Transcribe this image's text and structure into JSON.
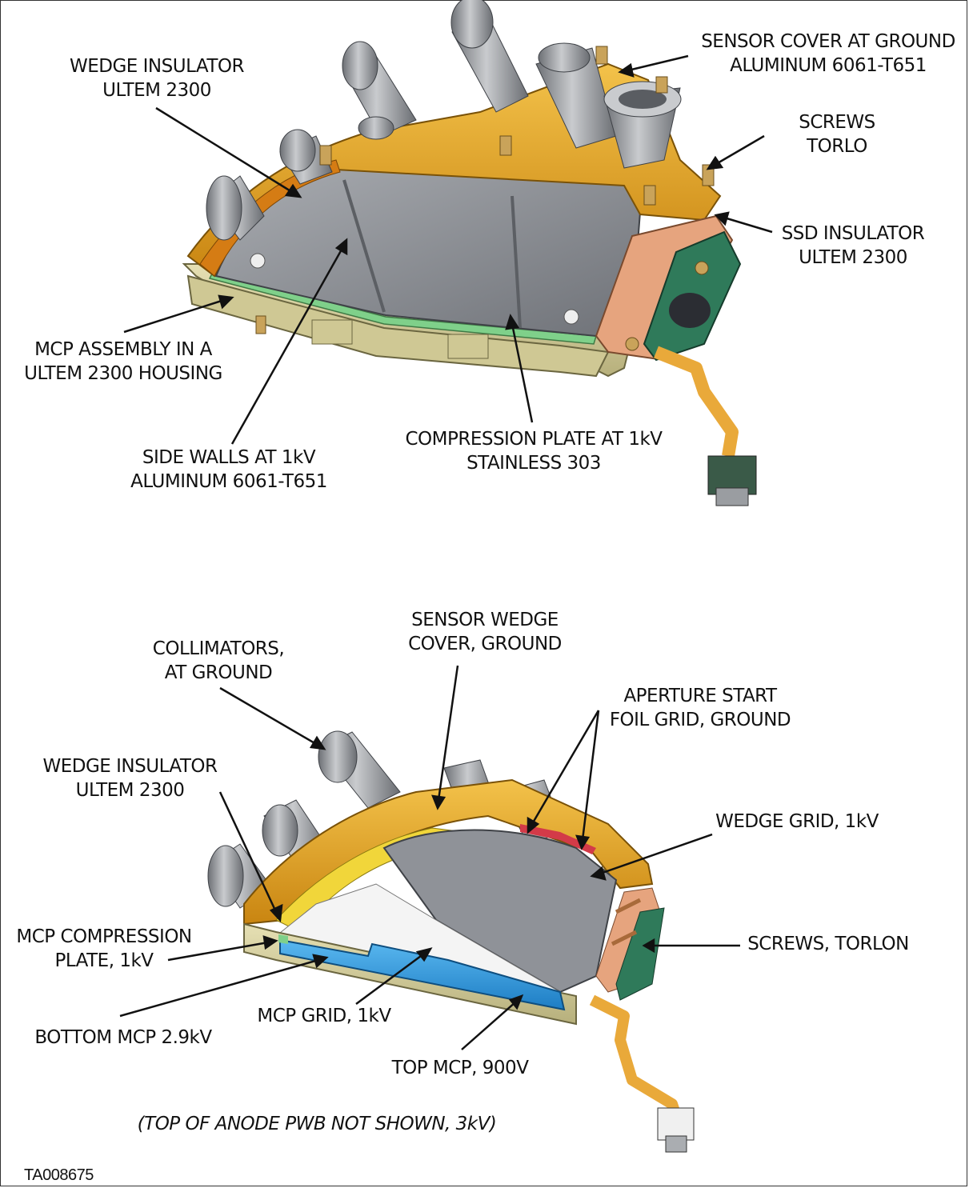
{
  "colors": {
    "gold": "#e7a21a",
    "orange_band": "#d57c14",
    "wall_gray": "#8f9298",
    "housing_tan": "#d8d2a0",
    "green_plate": "#7fd08a",
    "mcp_blue": "#2f9be0",
    "pcb_green": "#2f7a5a",
    "copper": "#e6a47e"
  },
  "top_labels": {
    "wedge_insulator": [
      "WEDGE INSULATOR",
      "ULTEM 2300"
    ],
    "sensor_cover": [
      "SENSOR COVER AT GROUND",
      "ALUMINUM 6061-T651"
    ],
    "screws": [
      "SCREWS",
      "TORLO"
    ],
    "ssd_insulator": [
      "SSD INSULATOR",
      "ULTEM 2300"
    ],
    "mcp_assembly": [
      "MCP ASSEMBLY IN A",
      "ULTEM 2300 HOUSING"
    ],
    "side_walls": [
      "SIDE WALLS AT 1kV",
      "ALUMINUM 6061-T651"
    ],
    "compression_plate": [
      "COMPRESSION PLATE  AT 1kV",
      "STAINLESS 303"
    ]
  },
  "bottom_labels": {
    "sensor_wedge_cover": [
      "SENSOR WEDGE",
      "COVER, GROUND"
    ],
    "collimators": [
      "COLLIMATORS,",
      "AT GROUND"
    ],
    "aperture_start": [
      "APERTURE START",
      "FOIL GRID, GROUND"
    ],
    "wedge_insulator": [
      "WEDGE INSULATOR",
      "ULTEM 2300"
    ],
    "wedge_grid": [
      "WEDGE GRID, 1kV"
    ],
    "mcp_compression": [
      "MCP COMPRESSION",
      "PLATE, 1kV"
    ],
    "screws_torlon": [
      "SCREWS, TORLON"
    ],
    "mcp_grid": [
      "MCP GRID, 1kV"
    ],
    "bottom_mcp": [
      "BOTTOM MCP 2.9kV"
    ],
    "top_mcp": [
      "TOP MCP, 900V"
    ]
  },
  "note": "(TOP OF ANODE PWB NOT SHOWN, 3kV)",
  "figure_id": "TA008675"
}
